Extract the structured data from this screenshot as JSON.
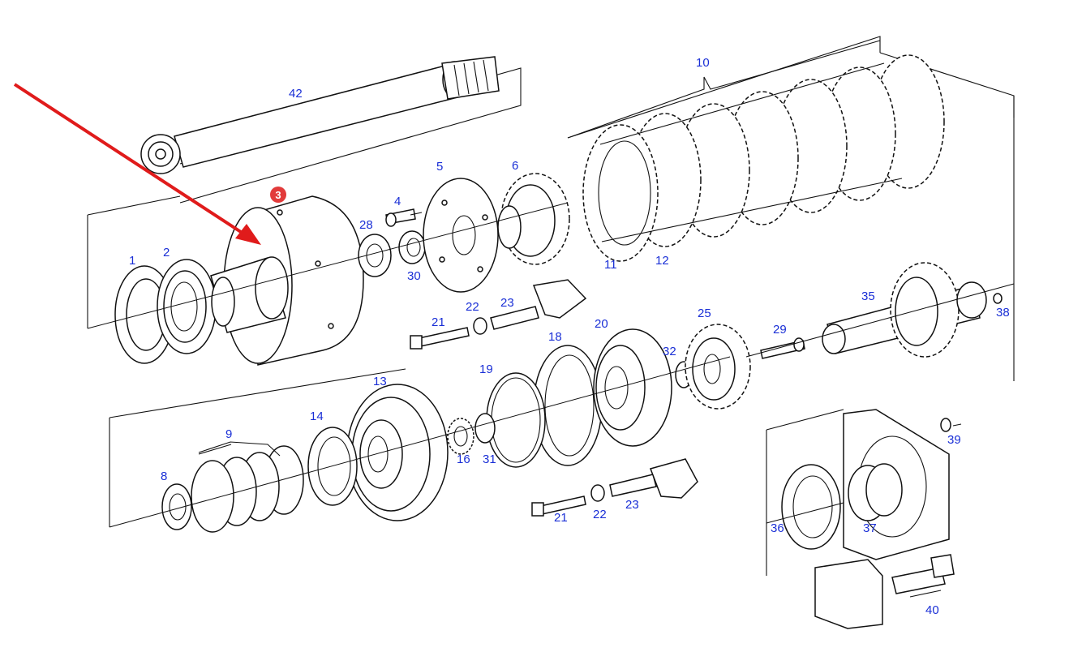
{
  "colors": {
    "callout_label": "#1a2fd6",
    "highlight_marker": "#e23b3b",
    "arrow": "#e01b1b",
    "line_art": "#111111",
    "background": "#ffffff"
  },
  "highlight": {
    "part_number": "3"
  },
  "callouts": {
    "c42": "42",
    "c10": "10",
    "c5": "5",
    "c6": "6",
    "c4": "4",
    "c28": "28",
    "c30": "30",
    "c1": "1",
    "c2": "2",
    "c11": "11",
    "c12": "12",
    "c21a": "21",
    "c22a": "22",
    "c23a": "23",
    "c18": "18",
    "c20": "20",
    "c25": "25",
    "c32": "32",
    "c29": "29",
    "c35": "35",
    "c38": "38",
    "c13": "13",
    "c19": "19",
    "c14": "14",
    "c9": "9",
    "c8": "8",
    "c16": "16",
    "c31": "31",
    "c21b": "21",
    "c22b": "22",
    "c23b": "23",
    "c39": "39",
    "c36": "36",
    "c37": "37",
    "c40": "40"
  }
}
